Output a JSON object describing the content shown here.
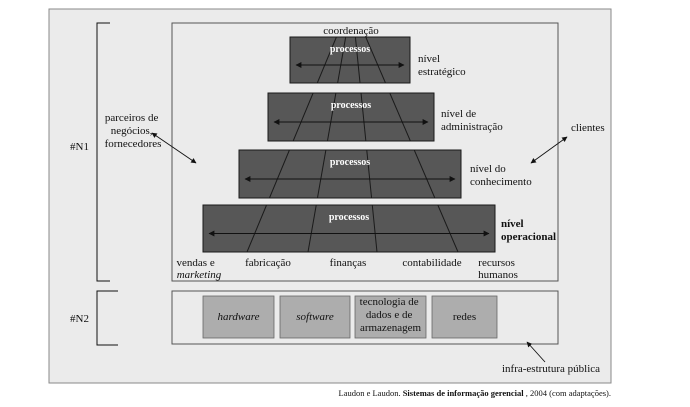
{
  "groups": {
    "n1": "#N1",
    "n2": "#N2"
  },
  "top_label": "coordenação",
  "side_labels": {
    "partners": [
      "parceiros de",
      "negócios,",
      "fornecedores"
    ],
    "clients": "clientes"
  },
  "levels": [
    {
      "process": "processos",
      "name": [
        "nível",
        "estratégico"
      ],
      "bold": false
    },
    {
      "process": "processos",
      "name": [
        "nível de",
        "administração"
      ],
      "bold": false
    },
    {
      "process": "processos",
      "name": [
        "nível do",
        "conhecimento"
      ],
      "bold": false
    },
    {
      "process": "processos",
      "name": [
        "nível",
        "operacional"
      ],
      "bold": true
    }
  ],
  "functions": [
    {
      "line1": "vendas e",
      "line2": "marketing"
    },
    {
      "line1": "fabricação"
    },
    {
      "line1": "finanças"
    },
    {
      "line1": "contabilidade"
    },
    {
      "line1": "recursos",
      "line2": "humanos"
    }
  ],
  "infrastructure": {
    "boxes": [
      {
        "lines": [
          "hardware"
        ],
        "italic": true
      },
      {
        "lines": [
          "software"
        ],
        "italic": true
      },
      {
        "lines": [
          "tecnologia de",
          "dados e de",
          "armazenagem"
        ],
        "italic": false
      },
      {
        "lines": [
          "redes"
        ],
        "italic": false
      }
    ],
    "label": "infra-estrutura pública"
  },
  "source": {
    "authors": "Laudon e Laudon. ",
    "title": "Sistemas de informação gerencial",
    "rest": ", 2004 (com adaptações)."
  },
  "colors": {
    "page": "#ebebeb",
    "bar": "#575757",
    "bar_line": "#1a1a1a",
    "box": "#adadad"
  }
}
